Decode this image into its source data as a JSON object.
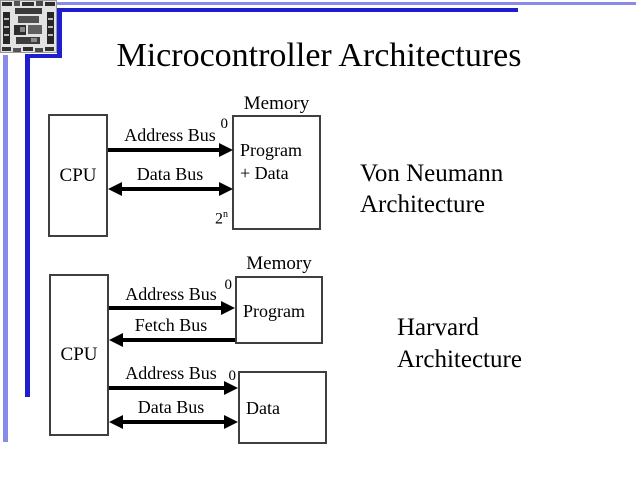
{
  "slide": {
    "title": "Microcontroller Architectures"
  },
  "decor": {
    "light_blue": "#8a8ae8",
    "dark_blue": "#1e1ecc",
    "chip_image": "microcontroller-die-photo"
  },
  "von_neumann": {
    "name_line1": "Von Neumann",
    "name_line2": "Architecture",
    "cpu": "CPU",
    "memory_title": "Memory",
    "memory_line1": "Program",
    "memory_line2": "+ Data",
    "address_bus": "Address Bus",
    "data_bus": "Data Bus",
    "addr_top": "0",
    "addr_bottom_base": "2",
    "addr_bottom_exp": "n"
  },
  "harvard": {
    "name_line1": "Harvard",
    "name_line2": "Architecture",
    "cpu": "CPU",
    "memory_title": "Memory",
    "program": "Program",
    "data": "Data",
    "address_bus_program": "Address Bus",
    "fetch_bus": "Fetch Bus",
    "address_bus_data": "Address Bus",
    "data_bus": "Data Bus",
    "program_addr_top": "0",
    "data_addr_top": "0"
  }
}
